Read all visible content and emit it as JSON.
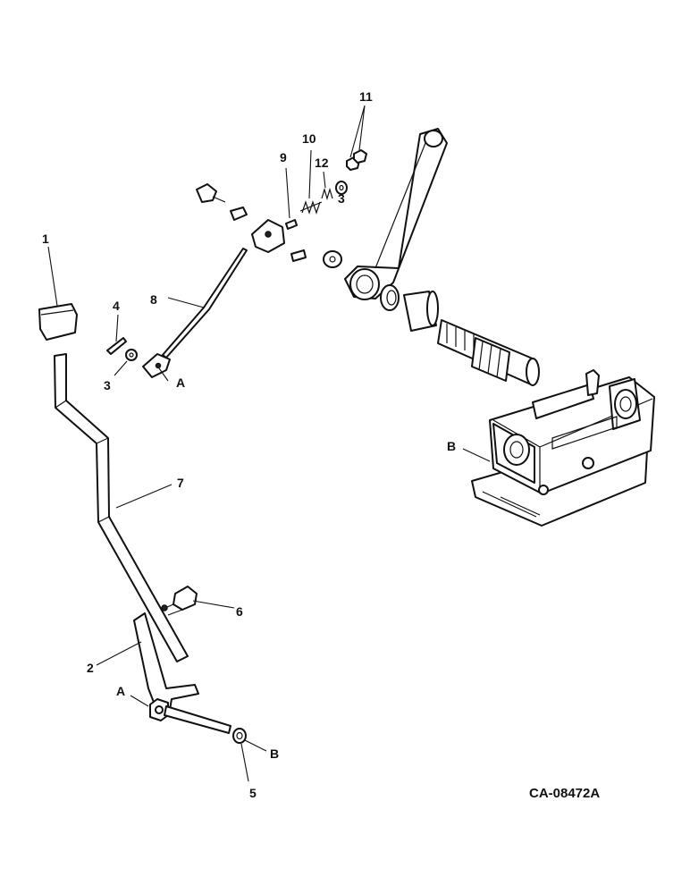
{
  "callouts": {
    "c1": "1",
    "c2": "2",
    "c3_lower": "3",
    "c3_upper": "3",
    "c4": "4",
    "c5": "5",
    "c6": "6",
    "c7": "7",
    "c8": "8",
    "c9": "9",
    "c10": "10",
    "c11": "11",
    "c12": "12",
    "ref_a_upper": "A",
    "ref_a_lower": "A",
    "ref_b_housing": "B",
    "ref_b_washer": "B"
  },
  "drawing_code": "CA-08472A"
}
